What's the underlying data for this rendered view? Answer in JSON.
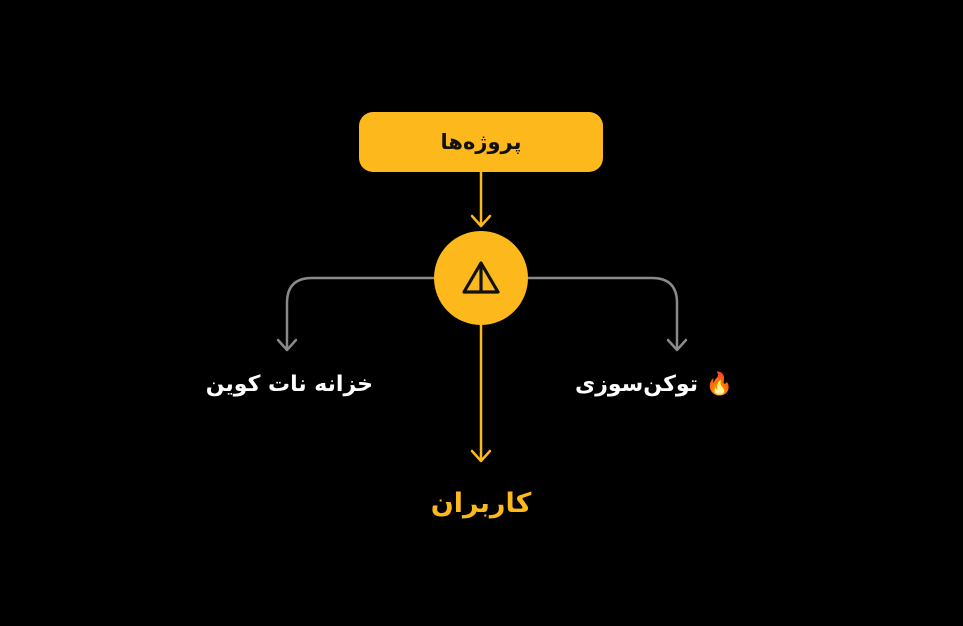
{
  "diagram": {
    "top_node": {
      "label": "پروژه‌ها"
    },
    "hub": {
      "icon": "notcoin-triangle-icon"
    },
    "left_node": {
      "label": "خزانه نات کوین"
    },
    "right_node": {
      "label": "🔥 توکن‌سوزی",
      "icon": "fire-icon"
    },
    "bottom_node": {
      "label": "کاربران"
    },
    "colors": {
      "background": "#000000",
      "accent": "#FDB81C",
      "gray_arrow": "#8A8A8A",
      "text": "#FFFFFF",
      "dark_text": "#111111"
    }
  }
}
